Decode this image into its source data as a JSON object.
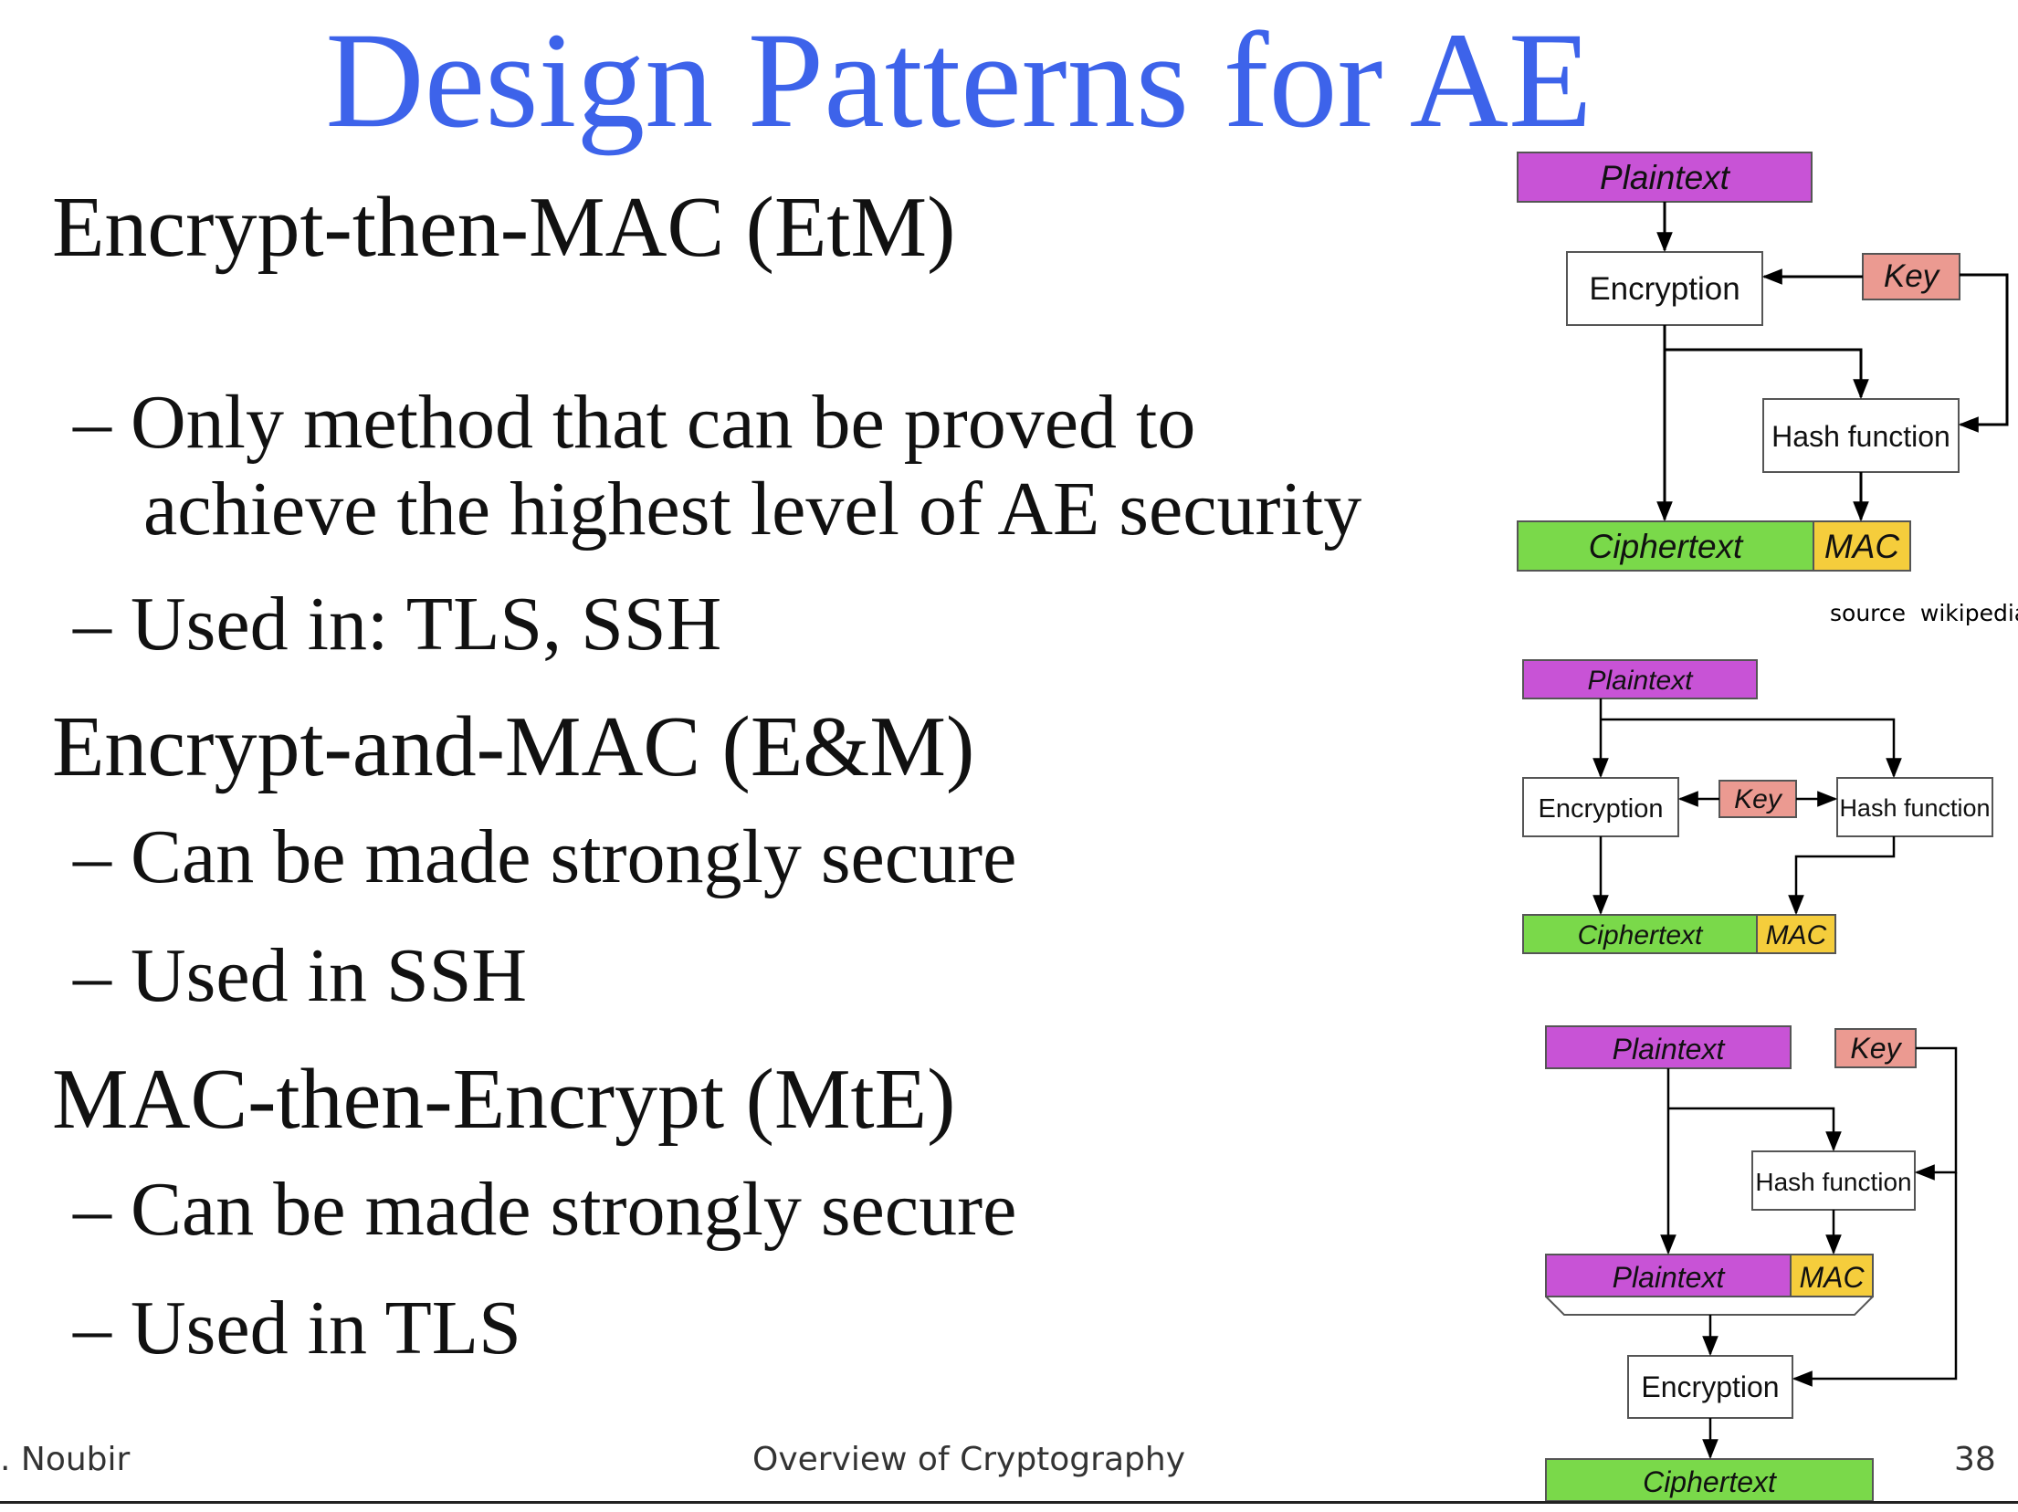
{
  "slide": {
    "title": "Design Patterns for AE",
    "etm_heading": "Encrypt-then-MAC (EtM)",
    "etm_bullet1_line1": "– Only method that can be proved to",
    "etm_bullet1_line2": "achieve the highest level of AE security",
    "etm_bullet2": "– Used in: TLS, SSH",
    "em_heading": "Encrypt-and-MAC (E&M)",
    "em_bullet1": "– Can be made strongly secure",
    "em_bullet2": "– Used in SSH",
    "mte_heading": "MAC-then-Encrypt (MtE)",
    "mte_bullet1": "– Can be made strongly secure",
    "mte_bullet2": "– Used in TLS"
  },
  "footer": {
    "author": ". Noubir",
    "course": "Overview of Cryptography",
    "page": "38"
  },
  "source_note": "source  wikipedia",
  "diagrams": {
    "etm": {
      "plaintext": "Plaintext",
      "encryption": "Encryption",
      "key": "Key",
      "hash": "Hash function",
      "ciphertext": "Ciphertext",
      "mac": "MAC"
    },
    "em": {
      "plaintext": "Plaintext",
      "encryption": "Encryption",
      "key": "Key",
      "hash": "Hash function",
      "ciphertext": "Ciphertext",
      "mac": "MAC"
    },
    "mte": {
      "plaintext": "Plaintext",
      "key": "Key",
      "hash": "Hash function",
      "plaintext2": "Plaintext",
      "mac": "MAC",
      "encryption": "Encryption",
      "ciphertext": "Ciphertext"
    }
  },
  "colors": {
    "title": "#3d63ea",
    "plaintext": "#c853d6",
    "key": "#eb9a91",
    "ciphertext": "#7ad94a",
    "mac": "#f5cd3c"
  }
}
